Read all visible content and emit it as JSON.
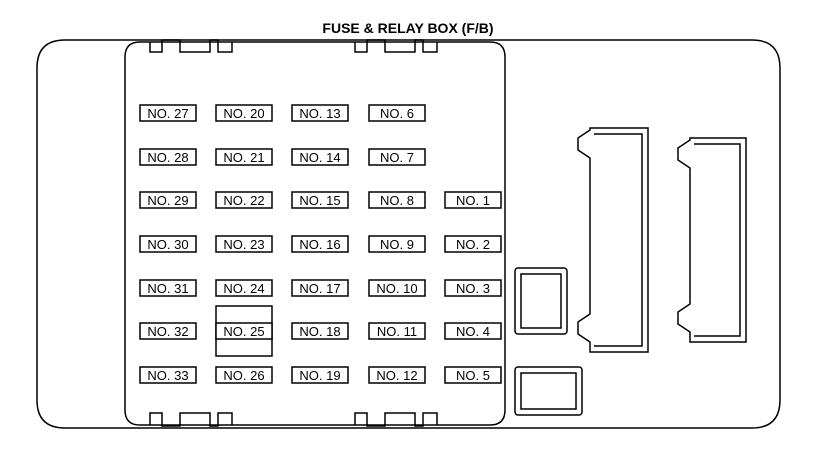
{
  "title": "FUSE & RELAY BOX (F/B)",
  "fuses": [
    {
      "id": 1,
      "label": "NO. 1"
    },
    {
      "id": 2,
      "label": "NO. 2"
    },
    {
      "id": 3,
      "label": "NO. 3"
    },
    {
      "id": 4,
      "label": "NO. 4"
    },
    {
      "id": 5,
      "label": "NO. 5"
    },
    {
      "id": 6,
      "label": "NO. 6"
    },
    {
      "id": 7,
      "label": "NO. 7"
    },
    {
      "id": 8,
      "label": "NO. 8"
    },
    {
      "id": 9,
      "label": "NO. 9"
    },
    {
      "id": 10,
      "label": "NO. 10"
    },
    {
      "id": 11,
      "label": "NO. 11"
    },
    {
      "id": 12,
      "label": "NO. 12"
    },
    {
      "id": 13,
      "label": "NO. 13"
    },
    {
      "id": 14,
      "label": "NO. 14"
    },
    {
      "id": 15,
      "label": "NO. 15"
    },
    {
      "id": 16,
      "label": "NO. 16"
    },
    {
      "id": 17,
      "label": "NO. 17"
    },
    {
      "id": 18,
      "label": "NO. 18"
    },
    {
      "id": 19,
      "label": "NO. 19"
    },
    {
      "id": 20,
      "label": "NO. 20"
    },
    {
      "id": 21,
      "label": "NO. 21"
    },
    {
      "id": 22,
      "label": "NO. 22"
    },
    {
      "id": 23,
      "label": "NO. 23"
    },
    {
      "id": 24,
      "label": "NO. 24"
    },
    {
      "id": 25,
      "label": "NO. 25"
    },
    {
      "id": 26,
      "label": "NO. 26"
    },
    {
      "id": 27,
      "label": "NO. 27"
    },
    {
      "id": 28,
      "label": "NO. 28"
    },
    {
      "id": 29,
      "label": "NO. 29"
    },
    {
      "id": 30,
      "label": "NO. 30"
    },
    {
      "id": 31,
      "label": "NO. 31"
    },
    {
      "id": 32,
      "label": "NO. 32"
    },
    {
      "id": 33,
      "label": "NO. 33"
    }
  ]
}
